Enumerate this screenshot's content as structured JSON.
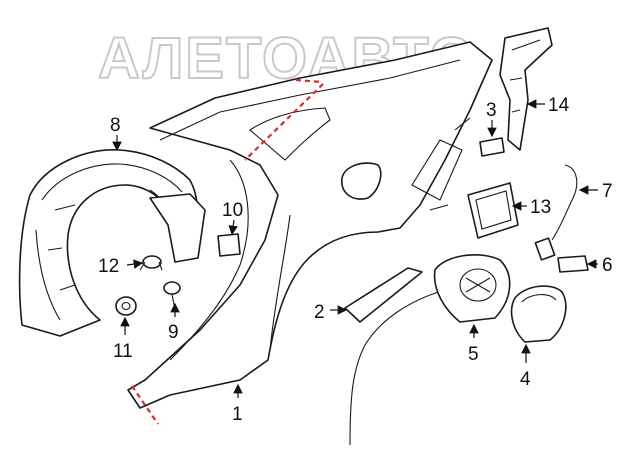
{
  "watermark": "АЛЕТОАВТО",
  "callouts": {
    "p1": "1",
    "p2": "2",
    "p3": "3",
    "p4": "4",
    "p5": "5",
    "p6": "6",
    "p7": "7",
    "p8": "8",
    "p9": "9",
    "p10": "10",
    "p11": "11",
    "p12": "12",
    "p13": "13",
    "p14": "14"
  },
  "colors": {
    "line": "#1a1a1a",
    "cut_line": "#e0282a",
    "watermark": "#c9c9c9"
  }
}
